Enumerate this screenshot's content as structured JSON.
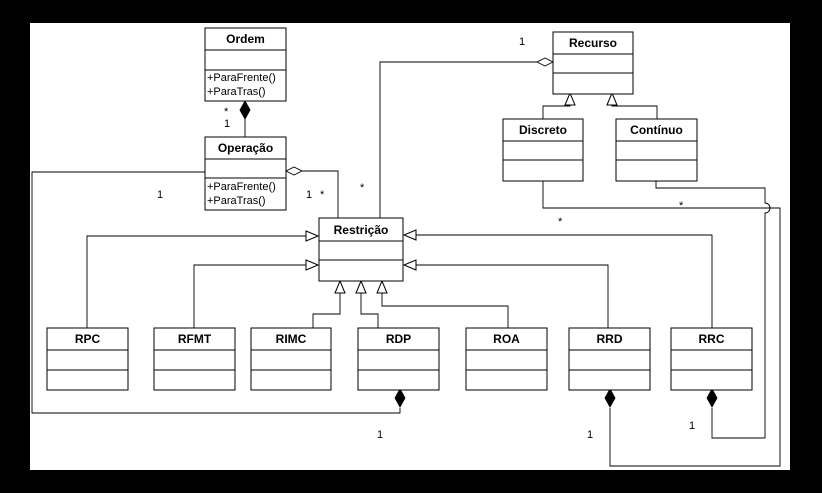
{
  "classes": {
    "ordem": {
      "name": "Ordem",
      "ops": [
        "+ParaFrente()",
        "+ParaTras()"
      ]
    },
    "operacao": {
      "name": "Operação",
      "ops": [
        "+ParaFrente()",
        "+ParaTras()"
      ]
    },
    "recurso": {
      "name": "Recurso"
    },
    "discreto": {
      "name": "Discreto"
    },
    "continuo": {
      "name": "Contínuo"
    },
    "restricao": {
      "name": "Restrição"
    },
    "rpc": {
      "name": "RPC"
    },
    "rfmt": {
      "name": "RFMT"
    },
    "rimc": {
      "name": "RIMC"
    },
    "rdp": {
      "name": "RDP"
    },
    "roa": {
      "name": "ROA"
    },
    "rrd": {
      "name": "RRD"
    },
    "rrc": {
      "name": "RRC"
    }
  },
  "multiplicities": {
    "ordem_star": "*",
    "ordem_one": "1",
    "recurso_one": "1",
    "recurso_star": "*",
    "operacao_left_one": "1",
    "operacao_one": "1",
    "operacao_star": "*",
    "discreto_star": "*",
    "continuo_star": "*",
    "rdp_one": "1",
    "rrd_one": "1",
    "rrc_one": "1"
  }
}
